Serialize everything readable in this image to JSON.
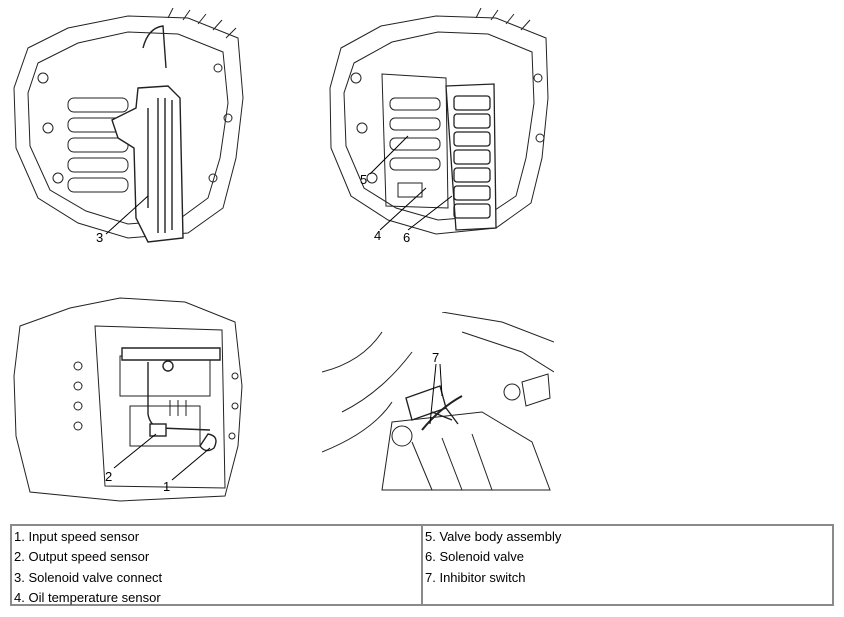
{
  "callouts": {
    "top_left": [
      "3"
    ],
    "top_right": [
      "5",
      "4",
      "6"
    ],
    "bottom_left": [
      "2",
      "1"
    ],
    "bottom_right": [
      "7"
    ]
  },
  "legend": {
    "left": [
      "1. Input speed sensor",
      "2. Output speed sensor",
      "3. Solenoid valve connect",
      "4. Oil temperature sensor"
    ],
    "right": [
      "5. Valve body assembly",
      "6. Solenoid valve",
      "7. Inhibitor switch"
    ]
  }
}
